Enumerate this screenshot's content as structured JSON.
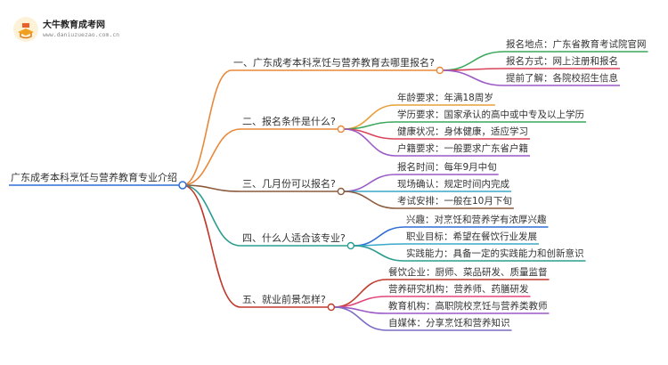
{
  "logo": {
    "title": "大牛教育成考网",
    "url": "www.daniuzuezao.com.cn"
  },
  "mindmap": {
    "root": "广东成考本科烹饪与营养教育专业介绍",
    "branches": [
      {
        "label": "一、广东成考本科烹饪与营养教育去哪里报名?",
        "color": "#e8883a",
        "leaves": [
          {
            "text": "报名地点：广东省教育考试院官网",
            "color": "#3aa85a"
          },
          {
            "text": "报名方式：网上注册和报名",
            "color": "#d9435a"
          },
          {
            "text": "提前了解：各院校招生信息",
            "color": "#9b59c6"
          }
        ]
      },
      {
        "label": "二、报名条件是什么?",
        "color": "#e8883a",
        "leaves": [
          {
            "text": "年龄要求：年满18周岁",
            "color": "#e8a03a"
          },
          {
            "text": "学历要求：国家承认的高中或中专及以上学历",
            "color": "#3aa85a"
          },
          {
            "text": "健康状况：身体健康，适应学习",
            "color": "#d9435a"
          },
          {
            "text": "户籍要求：一般要求广东省户籍",
            "color": "#9b59c6"
          }
        ]
      },
      {
        "label": "三、几月份可以报名?",
        "color": "#8b5a3c",
        "leaves": [
          {
            "text": "报名时间：每年9月中旬",
            "color": "#9b59c6"
          },
          {
            "text": "现场确认：规定时间内完成",
            "color": "#3aa8c9"
          },
          {
            "text": "考试安排：一般在10月下旬",
            "color": "#8b5a3c"
          }
        ]
      },
      {
        "label": "四、什么人适合该专业?",
        "color": "#2a9d8f",
        "leaves": [
          {
            "text": "兴趣：对烹饪和营养学有浓厚兴趣",
            "color": "#2f6fd6"
          },
          {
            "text": "职业目标：希望在餐饮行业发展",
            "color": "#3aa8c9"
          },
          {
            "text": "实践能力：具备一定的实践能力和创新意识",
            "color": "#2a9d8f"
          }
        ]
      },
      {
        "label": "五、就业前景怎样?",
        "color": "#c0392b",
        "leaves": [
          {
            "text": "餐饮企业：厨师、菜品研发、质量监督",
            "color": "#c0392b"
          },
          {
            "text": "营养研究机构：营养师、药膳研发",
            "color": "#e0457b"
          },
          {
            "text": "教育机构：高职院校烹饪与营养类教师",
            "color": "#9b59c6"
          },
          {
            "text": "自媒体：分享烹饪和营养知识",
            "color": "#7d6bc4"
          }
        ]
      }
    ]
  }
}
